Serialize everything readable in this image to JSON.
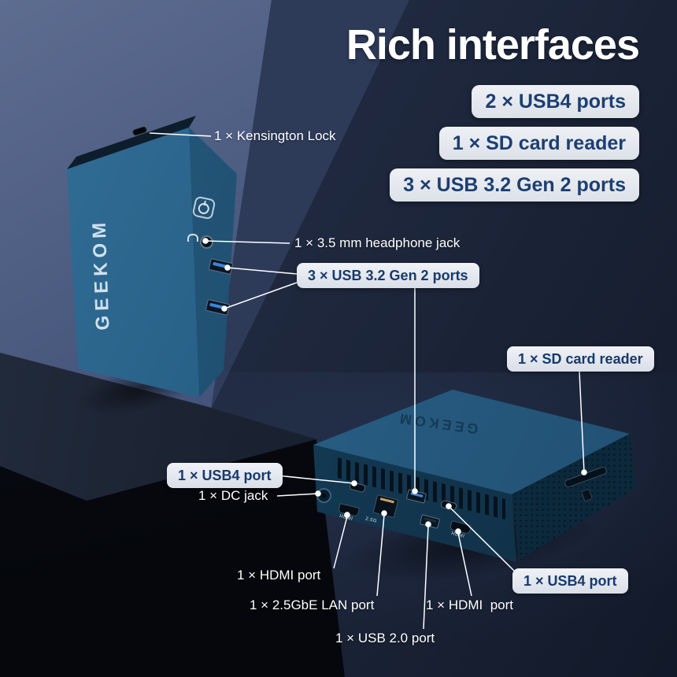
{
  "title": "Rich interfaces",
  "brand_logo": "GEEKOM",
  "summary_badges": {
    "usb4": "2 × USB4 ports",
    "sd": "1 × SD card reader",
    "usb32": "3 × USB 3.2 Gen 2 ports"
  },
  "callouts": {
    "kensington_lock": "1 × Kensington Lock",
    "headphone_jack": "1 × 3.5 mm headphone jack",
    "usb32_ports": "3 × USB 3.2 Gen 2 ports",
    "sd_card_reader": "1 × SD card reader",
    "usb4_port_left": "1 × USB4 port",
    "dc_jack": "1 × DC jack",
    "hdmi_port_left": "1 × HDMI port",
    "lan_port": "1 × 2.5GbE LAN port",
    "usb20_port": "1 × USB 2.0 port",
    "hdmi_port_right": "1 × HDMI  port",
    "usb4_port_right": "1 × USB4 port"
  },
  "panel_markings": {
    "hdmi_left": "HDMI",
    "lan": "2.5G",
    "hdmi_right": "HDMI"
  },
  "colors": {
    "background_navy": "#1c2539",
    "wall_slate": "#45547a",
    "device_teal": "#26597e",
    "badge_bg": "#e8ebf1",
    "badge_text": "#1c3f72",
    "callout_text": "#ffffff",
    "usb3_tab_blue": "#3b86d8"
  }
}
